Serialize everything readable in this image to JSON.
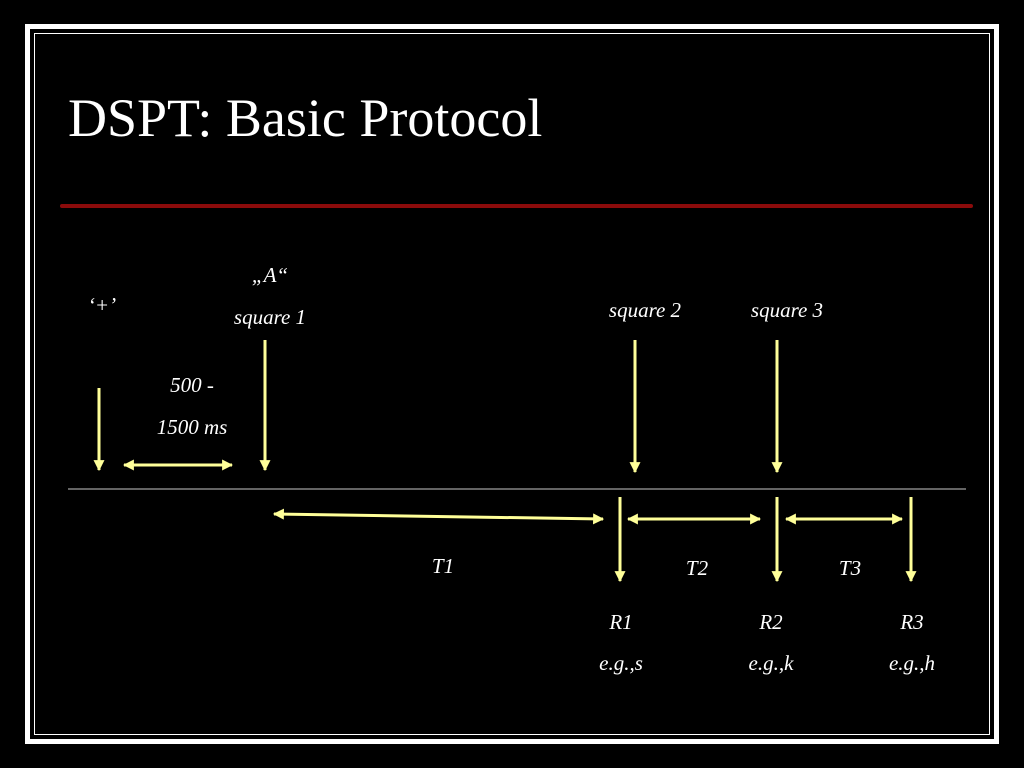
{
  "slide": {
    "title": "DSPT: Basic Protocol"
  },
  "diagram": {
    "labels": {
      "fixation": "‘+’",
      "stim1_letter": "„A“",
      "stim1_name": "square 1",
      "stim2_name": "square 2",
      "stim3_name": "square 3",
      "interval_line1": "500 -",
      "interval_line2": "1500 ms",
      "t1": "T1",
      "t2": "T2",
      "t3": "T3",
      "r1": "R1",
      "r1_example": "e.g.,s",
      "r2": "R2",
      "r2_example": "e.g.,k",
      "r3": "R3",
      "r3_example": "e.g.,h"
    },
    "colors": {
      "background": "#000000",
      "text": "#ffffff",
      "arrow": "#ffff99",
      "title_rule": "#8b0b0b",
      "timeline": "#c8c8c8"
    }
  }
}
